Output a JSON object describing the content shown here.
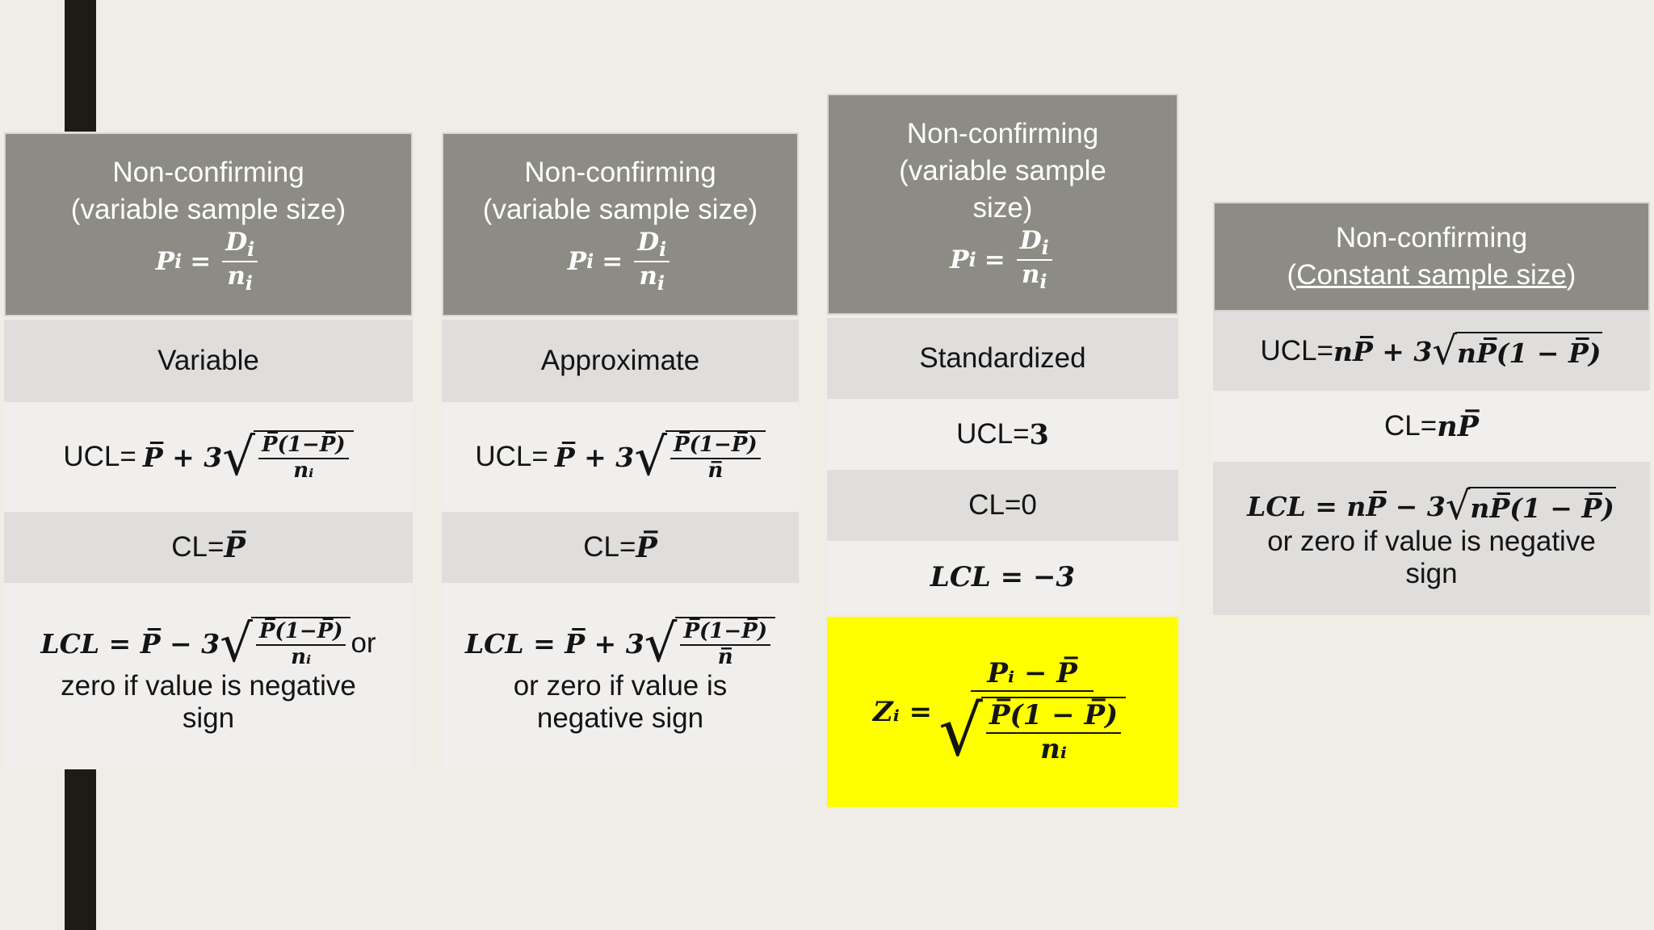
{
  "header_title": "Non-confirming",
  "header_subtitle_variable": "(variable sample size)",
  "col3_subtitle_line1": "(variable sample",
  "col3_subtitle_line2": "size)",
  "col4_subtitle_paren_open": "(",
  "col4_subtitle_underlined": "Constant sample size",
  "col4_subtitle_paren_close": ")",
  "formula_pi": {
    "lhs": "P",
    "lhs_sub": "i",
    "eq": "=",
    "num": "D",
    "num_sub": "i",
    "den": "n",
    "den_sub": "i"
  },
  "columns": {
    "variable": {
      "label": "Variable",
      "ucl_prefix": "UCL=",
      "ucl_expr": "P̅ + 3",
      "ucl_num": "P̅(1−P̅)",
      "ucl_den": "nᵢ",
      "cl": "CL=",
      "cl_expr": "P̅",
      "lcl_expr": "LCL = P̅ − 3",
      "lcl_num": "P̅(1−P̅)",
      "lcl_den": "nᵢ",
      "lcl_suffix": " or",
      "lcl_note_line1": "zero if value is negative",
      "lcl_note_line2": "sign"
    },
    "approximate": {
      "label": "Approximate",
      "ucl_prefix": "UCL=",
      "ucl_expr": "P̅ + 3",
      "ucl_num": "P̅(1−P̅)",
      "ucl_den": "n̅",
      "cl": "CL=",
      "cl_expr": "P̅",
      "lcl_expr": "LCL = P̅ + 3",
      "lcl_num": "P̅(1−P̅)",
      "lcl_den": "n̅",
      "lcl_note_line1": "or  zero if value is",
      "lcl_note_line2": "negative sign"
    },
    "standardized": {
      "label": "Standardized",
      "ucl": "UCL= ",
      "ucl_value": "3",
      "cl": "CL=0",
      "lcl": "LCL = −3",
      "z_lhs": "Zᵢ =",
      "z_num": "Pᵢ − P̅",
      "z_den_num": "P̅(1 − P̅)",
      "z_den_den": "nᵢ"
    },
    "constant": {
      "ucl_prefix": "UCL= ",
      "ucl_expr": "nP̅ + 3",
      "ucl_rad": "nP̅(1 − P̅)",
      "cl_prefix": "CL=",
      "cl_expr": "nP̅",
      "lcl_expr": "LCL = nP̅ − 3",
      "lcl_rad": "nP̅(1 − P̅)",
      "lcl_note_line1": "or zero if value is negative",
      "lcl_note_line2": "sign"
    }
  },
  "colors": {
    "background": "#f0ece6",
    "header": "#8c8b84",
    "dark_row": "#dfdedd",
    "light_row": "#f0efee",
    "highlight": "#ffff00",
    "accent_bar": "#1c1c15"
  }
}
